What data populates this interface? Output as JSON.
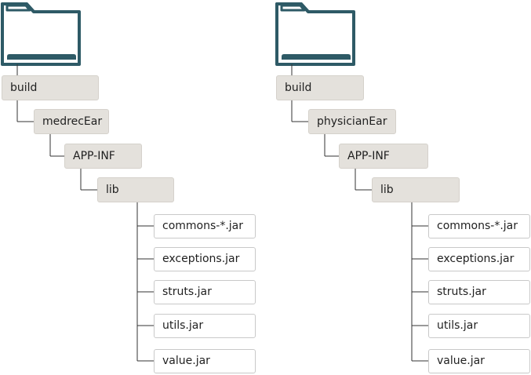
{
  "colors": {
    "folder_icon": "#2e5a66",
    "directory_box": "#e4e1dc",
    "file_box": "#ffffff",
    "connector": "#333333"
  },
  "trees": [
    {
      "icon": "folder-icon",
      "build": "build",
      "ear": "medrecEar",
      "appinf": "APP-INF",
      "lib": "lib",
      "files": [
        "commons-*.jar",
        "exceptions.jar",
        "struts.jar",
        "utils.jar",
        "value.jar"
      ]
    },
    {
      "icon": "folder-icon",
      "build": "build",
      "ear": "physicianEar",
      "appinf": "APP-INF",
      "lib": "lib",
      "files": [
        "commons-*.jar",
        "exceptions.jar",
        "struts.jar",
        "utils.jar",
        "value.jar"
      ]
    }
  ]
}
